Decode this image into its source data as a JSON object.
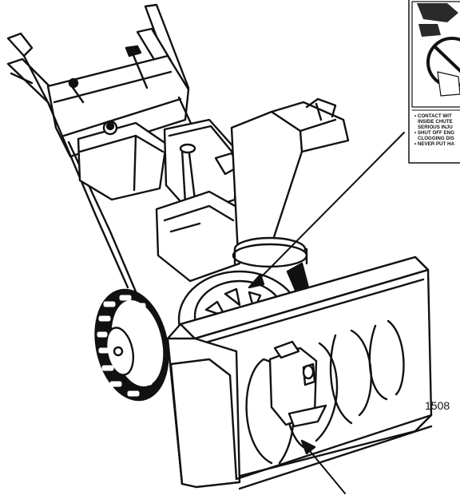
{
  "figure": {
    "number": "1508",
    "subject": "snow-thrower-with-auger-and-discharge-chute"
  },
  "decal": {
    "lines": [
      "• CONTACT WIT",
      "INSIDE CHUTE",
      "SERIOUS INJU",
      "• SHUT OFF ENG",
      "CLOGGING DIS",
      "• NEVER PUT HA"
    ],
    "icon": "no-hands-in-chute-icon"
  },
  "colors": {
    "ink": "#111111",
    "paper": "#ffffff",
    "decal_dark": "#2a2a2a"
  }
}
